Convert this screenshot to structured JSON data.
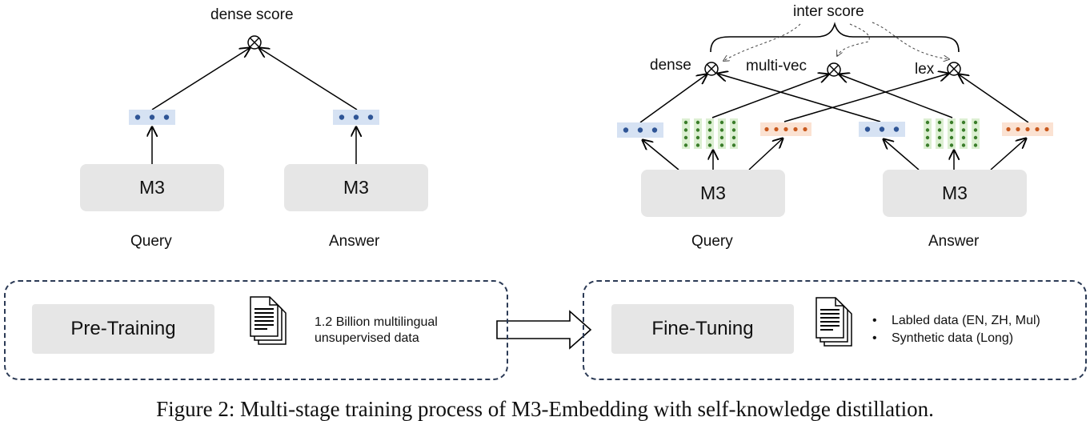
{
  "left_panel": {
    "score_label": "dense score",
    "query_model": "M3",
    "answer_model": "M3",
    "query_label": "Query",
    "answer_label": "Answer"
  },
  "right_panel": {
    "inter_score_label": "inter score",
    "dense_label": "dense",
    "multivec_label": "multi-vec",
    "lex_label": "lex",
    "query_model": "M3",
    "answer_model": "M3",
    "query_label": "Query",
    "answer_label": "Answer"
  },
  "pretraining": {
    "title": "Pre-Training",
    "description_line1": "1.2 Billion multilingual",
    "description_line2": "unsupervised data"
  },
  "finetuning": {
    "title": "Fine-Tuning",
    "bullets": [
      "Labled data (EN, ZH, Mul)",
      "Synthetic data (Long)"
    ]
  },
  "caption": "Figure 2: Multi-stage training process of M3-Embedding with self-knowledge distillation.",
  "colors": {
    "dense_fill": "#d6e2f3",
    "dense_dot": "#2f5596",
    "multivec_fill": "#dcefd2",
    "multivec_dot": "#3a7d2a",
    "lex_fill": "#fbe2d2",
    "lex_dot": "#c9591e",
    "box_fill": "#e6e6e6",
    "dashed_border": "#2b3a55"
  }
}
